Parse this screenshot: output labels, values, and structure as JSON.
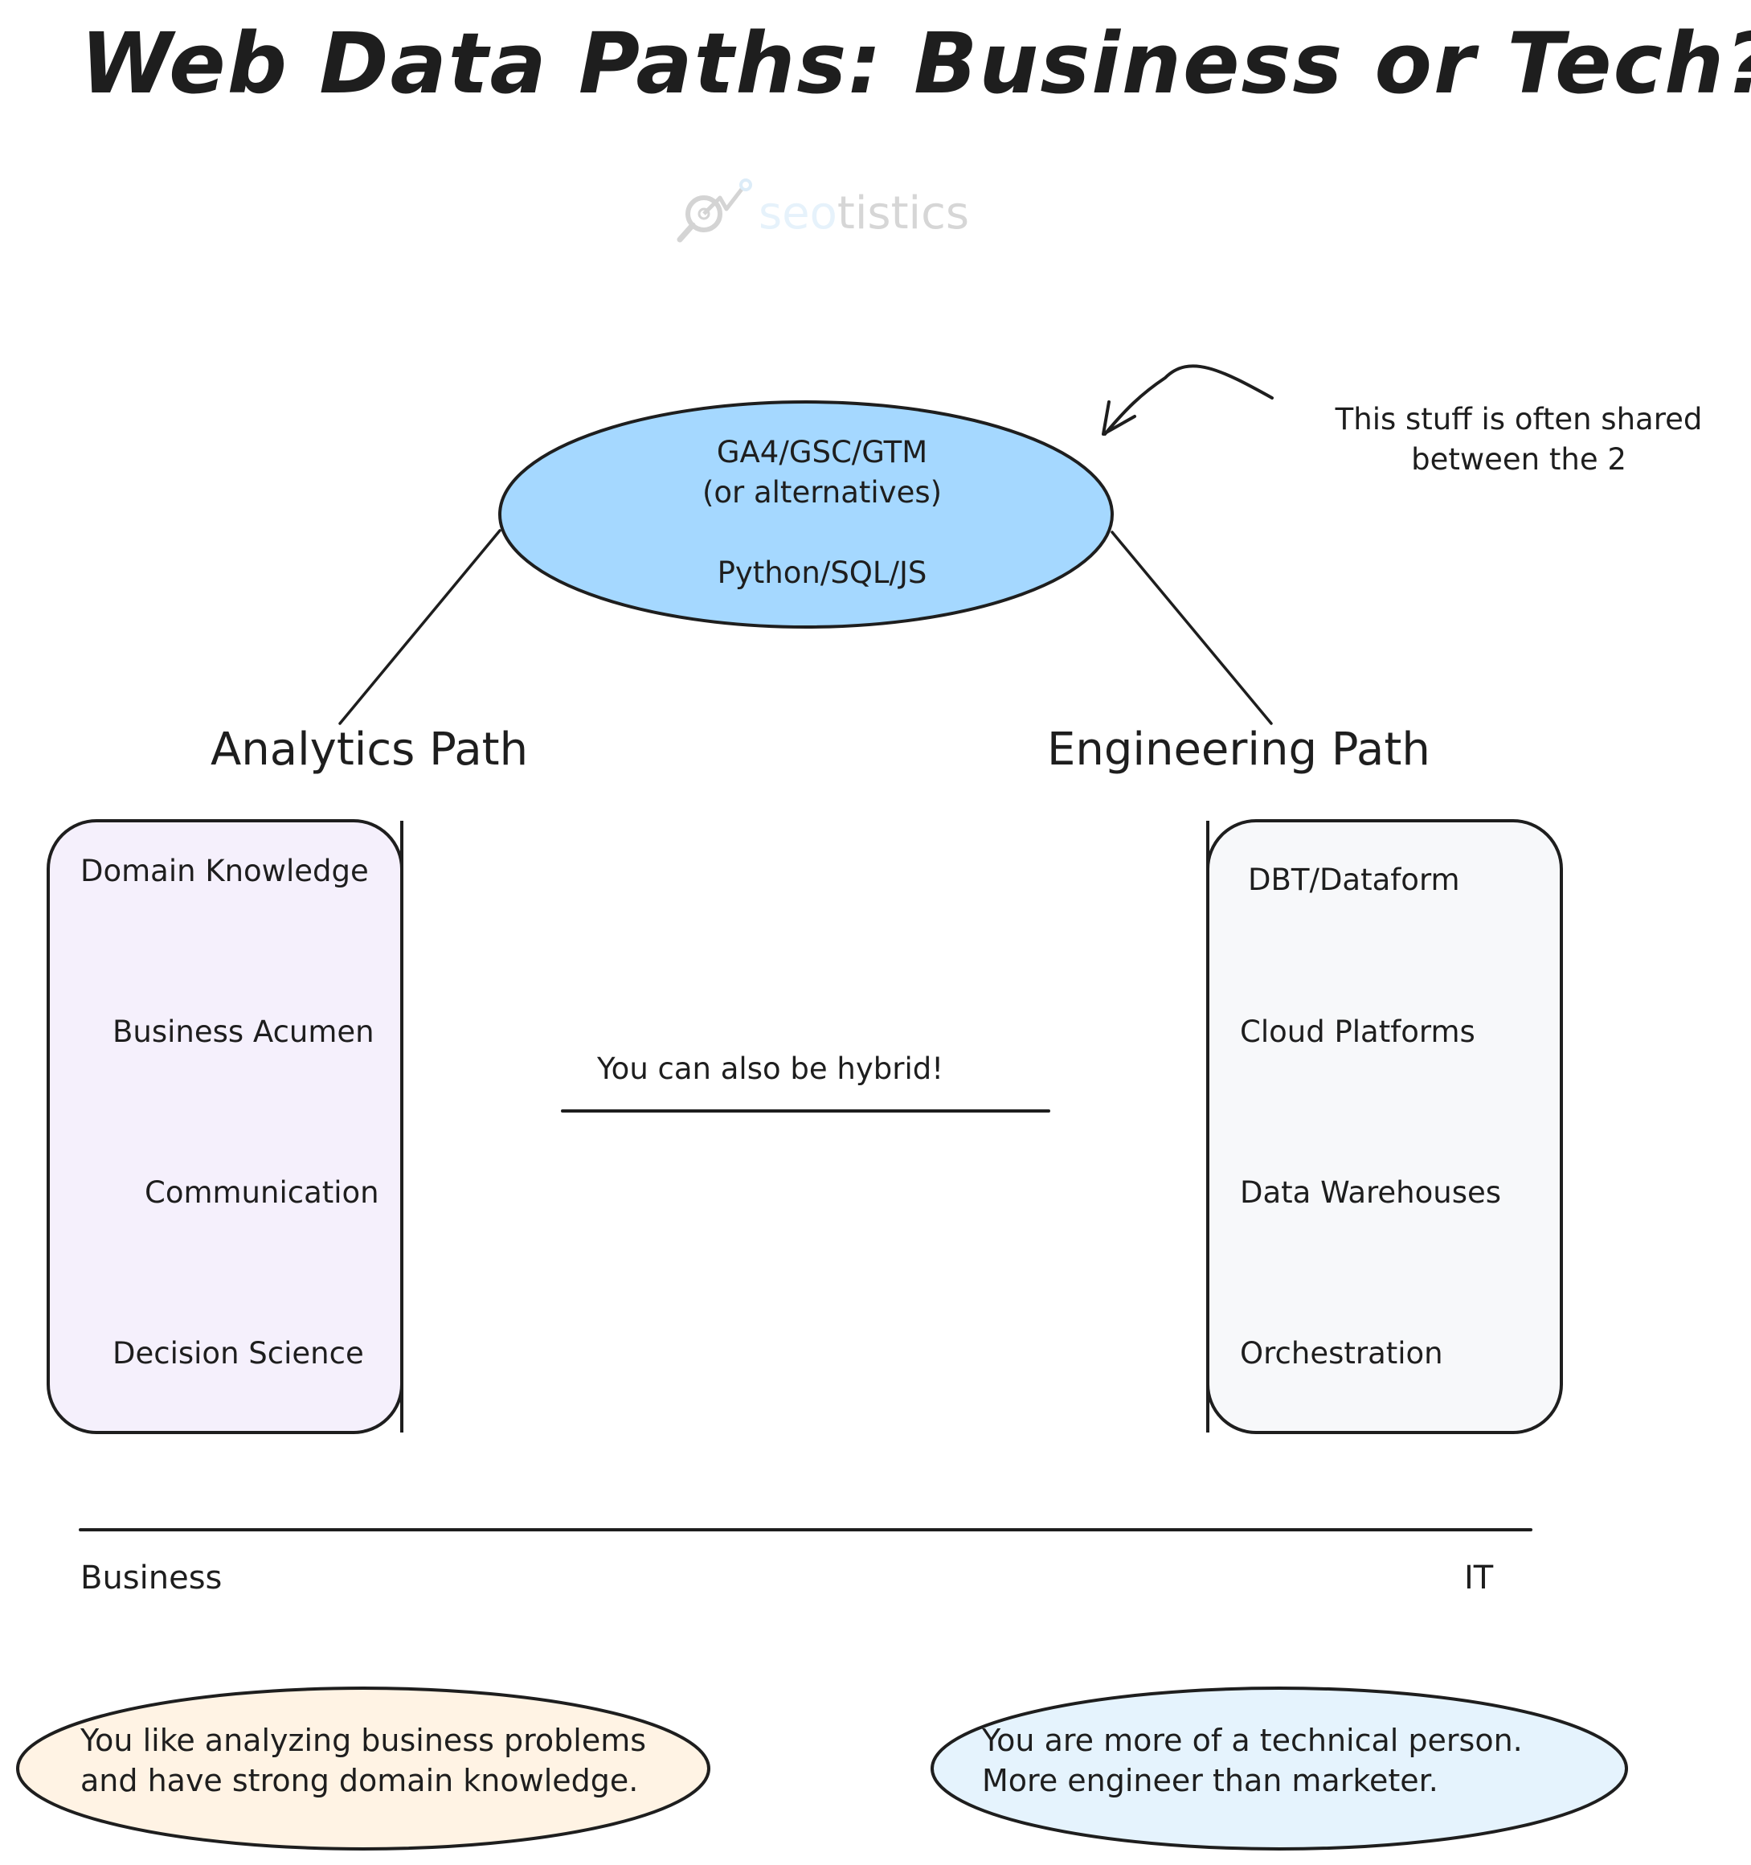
{
  "title": "Web Data Paths: Business or Tech?",
  "logo": {
    "part1": "seo",
    "part2": "tistics",
    "icon": "magnifier-chart-icon"
  },
  "shared": {
    "line1": "GA4/GSC/GTM",
    "line2": "(or alternatives)",
    "line3": "Python/SQL/JS",
    "fill": "#a5d8ff"
  },
  "annotation": {
    "line1": "This stuff is often shared",
    "line2": "between the 2"
  },
  "analytics": {
    "title": "Analytics Path",
    "fill": "#f5f0fc",
    "items": [
      "Domain Knowledge",
      "Business Acumen",
      "Communication",
      "Decision Science"
    ]
  },
  "engineering": {
    "title": "Engineering Path",
    "fill": "#f7f8fa",
    "items": [
      "DBT/Dataform",
      "Cloud Platforms",
      "Data Warehouses",
      "Orchestration"
    ]
  },
  "hybrid": "You can also be hybrid!",
  "axis": {
    "left": "Business",
    "right": "IT"
  },
  "personas": {
    "business": {
      "line1": "You like analyzing business problems",
      "line2": "and have strong domain knowledge.",
      "fill": "#fff3e4"
    },
    "tech": {
      "line1": "You are more of a technical person.",
      "line2": "More engineer than marketer.",
      "fill": "#e5f3fd"
    }
  }
}
